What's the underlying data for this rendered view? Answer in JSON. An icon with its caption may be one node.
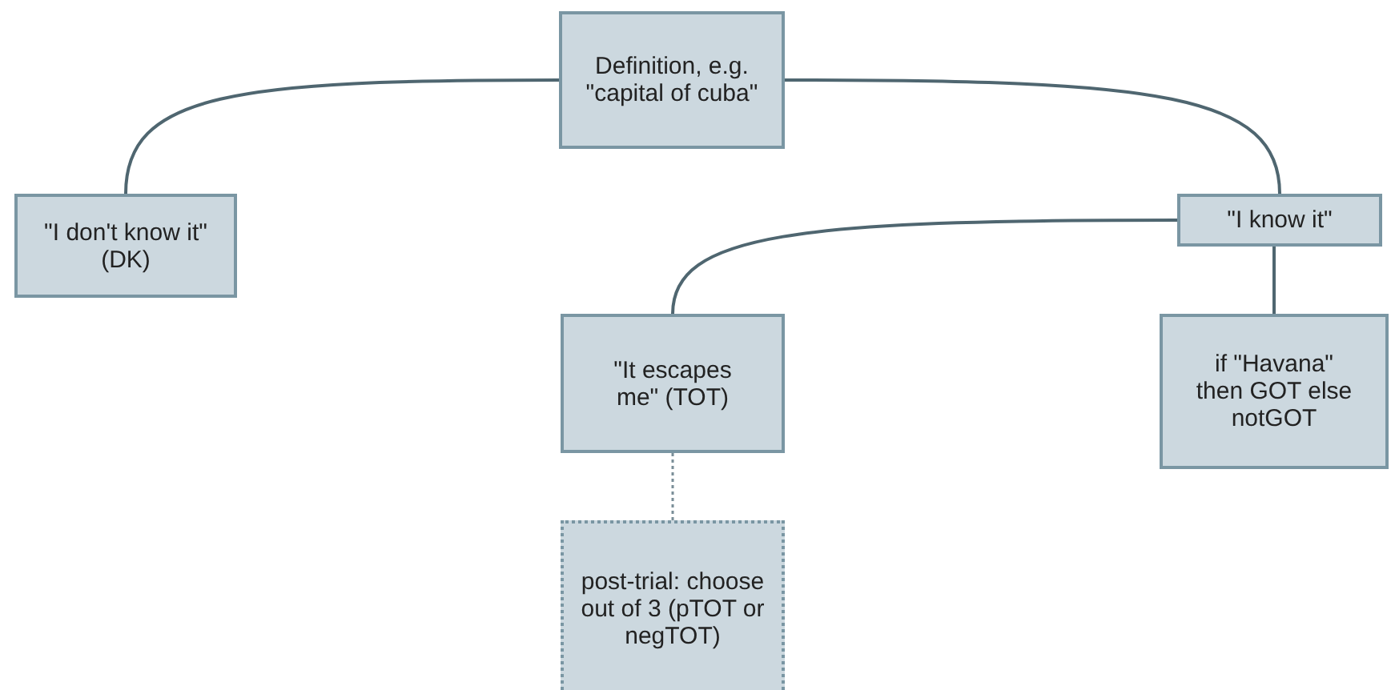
{
  "diagram": {
    "nodes": [
      {
        "text": [
          "Definition, e.g. \"capital of cuba\""
        ]
      },
      {
        "text": [
          "\"I don't know it\" (DK)"
        ]
      },
      {
        "text": [
          "\"I know it\""
        ]
      },
      {
        "text": [
          "\"It escapes me\" (TOT)"
        ]
      },
      {
        "text": [
          "if \"Havana\" then GOT else notGOT"
        ]
      },
      {
        "text": [
          "post-trial: choose out of 3 (pTOT or negTOT)"
        ]
      }
    ],
    "edges": [
      {
        "from": 0,
        "to": 1,
        "arrow": "none"
      },
      {
        "from": 0,
        "to": 2,
        "arrow": "none"
      },
      {
        "from": 2,
        "to": 3,
        "arrow": "none"
      },
      {
        "from": 2,
        "to": 4,
        "arrow": "none"
      },
      {
        "from": 3,
        "to": 5,
        "arrow": "none",
        "style": "dashed"
      }
    ]
  }
}
